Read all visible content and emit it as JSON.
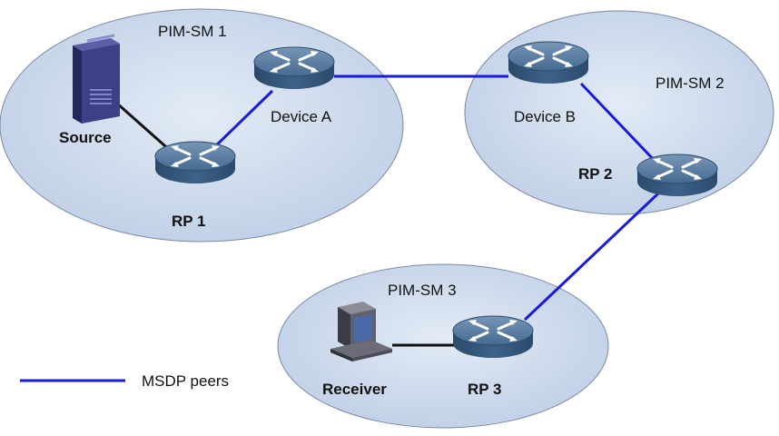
{
  "domains": [
    {
      "label": "PIM-SM 1"
    },
    {
      "label": "PIM-SM 2"
    },
    {
      "label": "PIM-SM 3"
    }
  ],
  "nodes": {
    "source": {
      "label": "Source"
    },
    "rp1": {
      "label": "RP 1"
    },
    "device_a": {
      "label": "Device A"
    },
    "device_b": {
      "label": "Device B"
    },
    "rp2": {
      "label": "RP 2"
    },
    "rp3": {
      "label": "RP 3"
    },
    "receiver": {
      "label": "Receiver"
    }
  },
  "legend": {
    "label": "MSDP peers"
  },
  "colors": {
    "domain_fill": "#c9d6ea",
    "domain_stroke": "#6f7f96",
    "msdp_link": "#1a1adc",
    "plain_link": "#111111",
    "router_top": "#4b6e93",
    "router_side": "#2f4e6f"
  }
}
